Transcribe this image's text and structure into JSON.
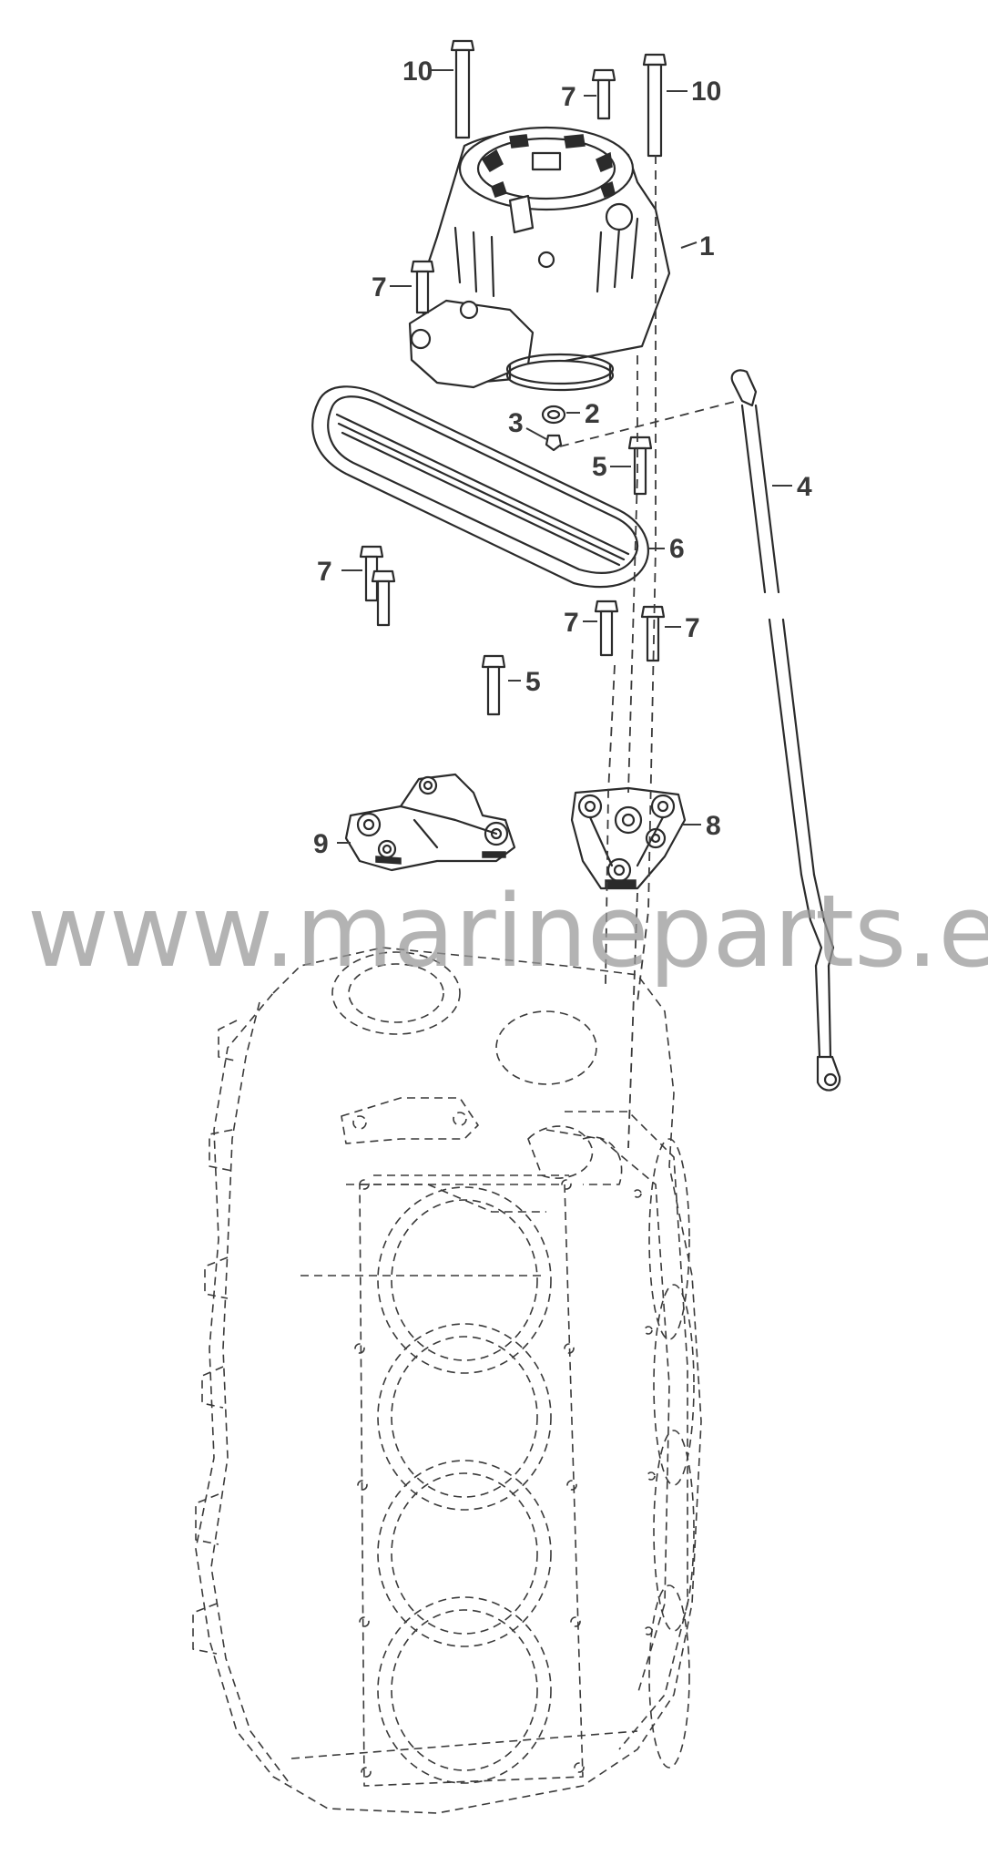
{
  "diagram": {
    "callouts": [
      "10",
      "7",
      "10",
      "1",
      "7",
      "2",
      "3",
      "4",
      "5",
      "6",
      "7",
      "7",
      "7",
      "5",
      "8",
      "9"
    ],
    "watermark": "www.marineparts.eu"
  }
}
